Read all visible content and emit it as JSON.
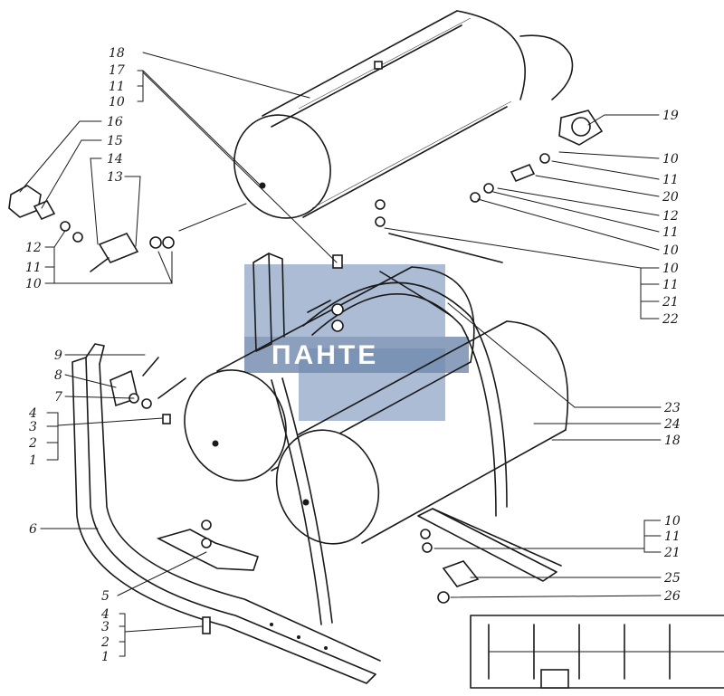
{
  "watermark": {
    "text": "ПАНТЕ",
    "color": "#8fa6c6"
  },
  "callouts": [
    {
      "id": "c18a",
      "text": "18"
    },
    {
      "id": "c17",
      "text": "17"
    },
    {
      "id": "c11a",
      "text": "11"
    },
    {
      "id": "c10a",
      "text": "10"
    },
    {
      "id": "c16",
      "text": "16"
    },
    {
      "id": "c15",
      "text": "15"
    },
    {
      "id": "c14",
      "text": "14"
    },
    {
      "id": "c13",
      "text": "13"
    },
    {
      "id": "c12a",
      "text": "12"
    },
    {
      "id": "c11b",
      "text": "11"
    },
    {
      "id": "c10b",
      "text": "10"
    },
    {
      "id": "c19",
      "text": "19"
    },
    {
      "id": "c10c",
      "text": "10"
    },
    {
      "id": "c11c",
      "text": "11"
    },
    {
      "id": "c20",
      "text": "20"
    },
    {
      "id": "c12b",
      "text": "12"
    },
    {
      "id": "c11d",
      "text": "11"
    },
    {
      "id": "c10d",
      "text": "10"
    },
    {
      "id": "c10e",
      "text": "10"
    },
    {
      "id": "c11e",
      "text": "11"
    },
    {
      "id": "c21a",
      "text": "21"
    },
    {
      "id": "c22",
      "text": "22"
    },
    {
      "id": "c9",
      "text": "9"
    },
    {
      "id": "c8",
      "text": "8"
    },
    {
      "id": "c7",
      "text": "7"
    },
    {
      "id": "c4a",
      "text": "4"
    },
    {
      "id": "c3a",
      "text": "3"
    },
    {
      "id": "c2a",
      "text": "2"
    },
    {
      "id": "c1a",
      "text": "1"
    },
    {
      "id": "c23",
      "text": "23"
    },
    {
      "id": "c24",
      "text": "24"
    },
    {
      "id": "c18b",
      "text": "18"
    },
    {
      "id": "c6",
      "text": "6"
    },
    {
      "id": "c10f",
      "text": "10"
    },
    {
      "id": "c11f",
      "text": "11"
    },
    {
      "id": "c21b",
      "text": "21"
    },
    {
      "id": "c25",
      "text": "25"
    },
    {
      "id": "c5",
      "text": "5"
    },
    {
      "id": "c26",
      "text": "26"
    },
    {
      "id": "c4b",
      "text": "4"
    },
    {
      "id": "c3b",
      "text": "3"
    },
    {
      "id": "c2b",
      "text": "2"
    },
    {
      "id": "c1b",
      "text": "1"
    }
  ]
}
